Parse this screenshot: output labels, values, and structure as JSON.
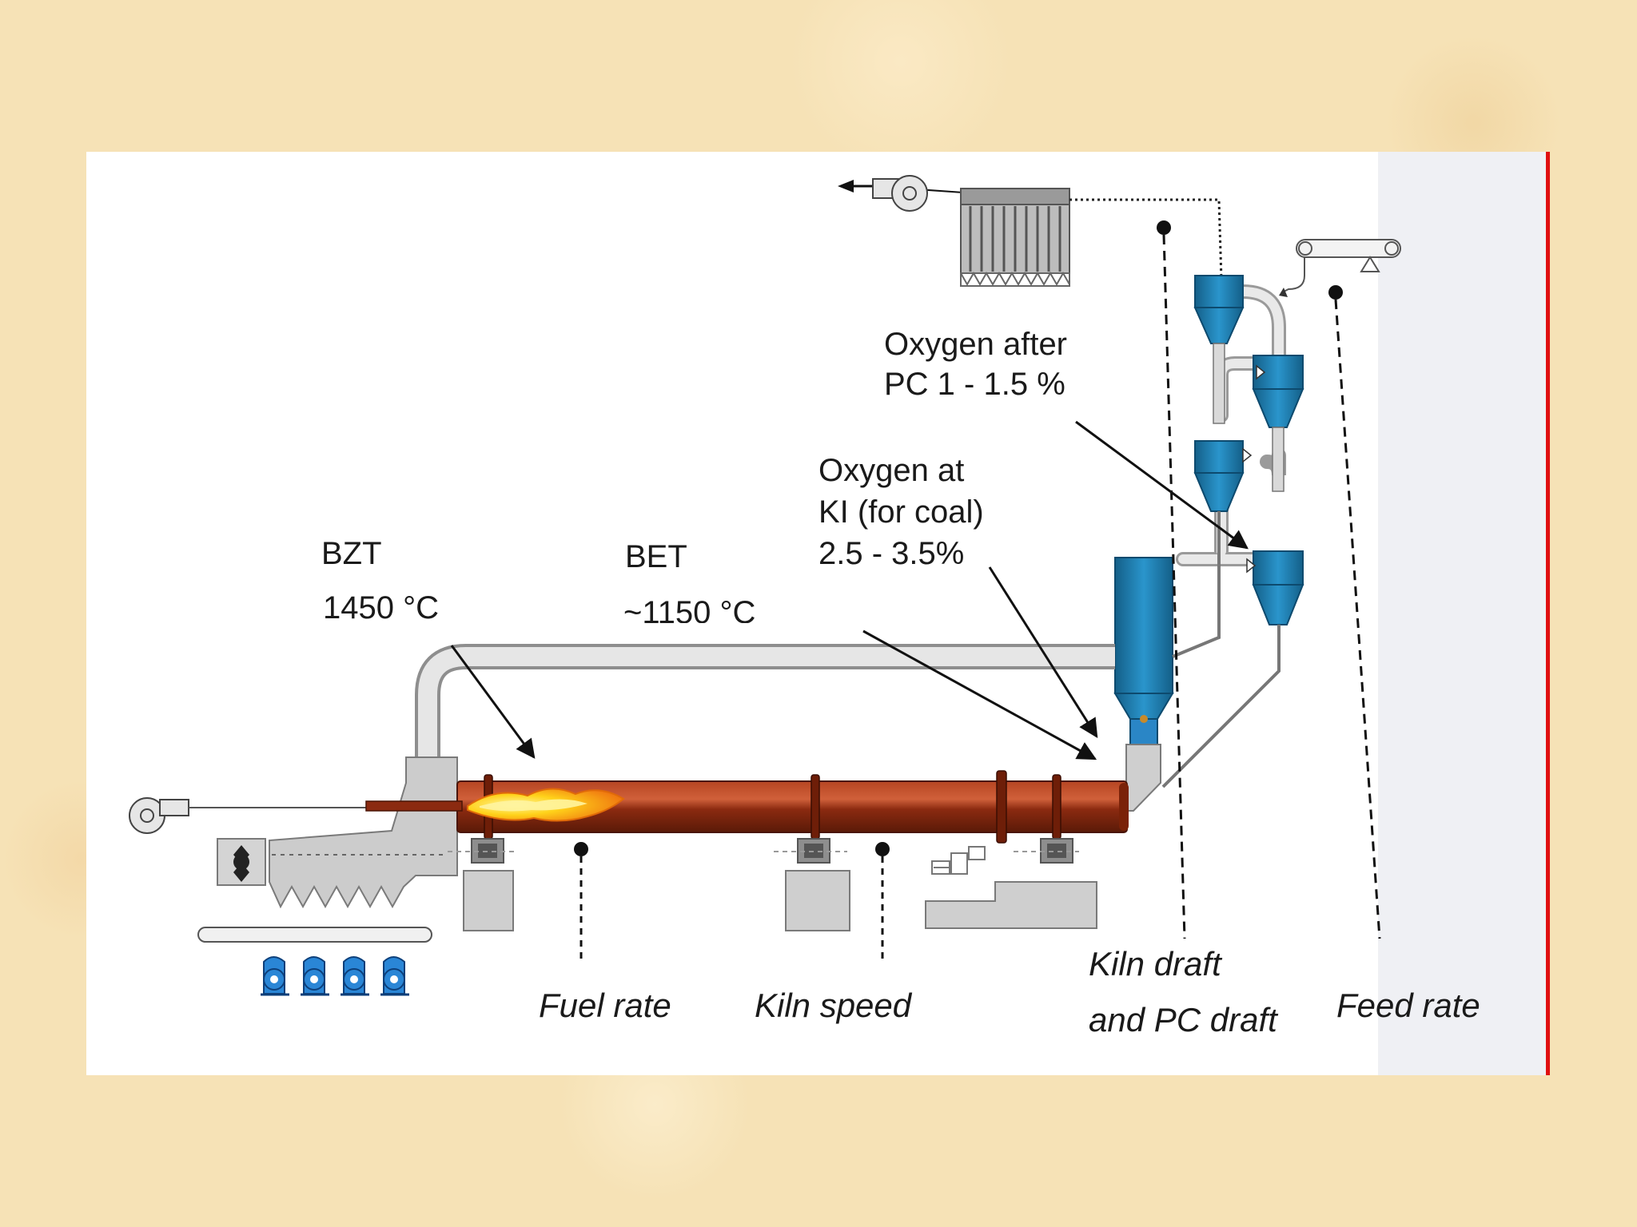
{
  "labels": {
    "bzt_title": "BZT",
    "bzt_temp": "1450 °C",
    "bet_title": "BET",
    "bet_temp": "~1150 °C",
    "oxygen_ki_line1": "Oxygen at",
    "oxygen_ki_line2": "KI (for coal)",
    "oxygen_ki_line3": "2.5 - 3.5%",
    "oxygen_pc_line1": "Oxygen after",
    "oxygen_pc_line2": "PC 1 - 1.5 %",
    "fuel_rate": "Fuel rate",
    "kiln_speed": "Kiln speed",
    "kiln_draft_line1": "Kiln draft",
    "kiln_draft_line2": "and PC draft",
    "feed_rate": "Feed rate"
  },
  "colors": {
    "kiln_body": "#8b2a10",
    "kiln_highlight": "#c0502a",
    "cyclone_blue": "#1f7fb3",
    "fan_blue": "#2a86d6",
    "duct_gray": "#d8d8d8",
    "machine_gray": "#c8c8c8",
    "flame_yellow": "#ffd21a",
    "flame_orange": "#f07a10",
    "accent_red": "#e01010"
  }
}
